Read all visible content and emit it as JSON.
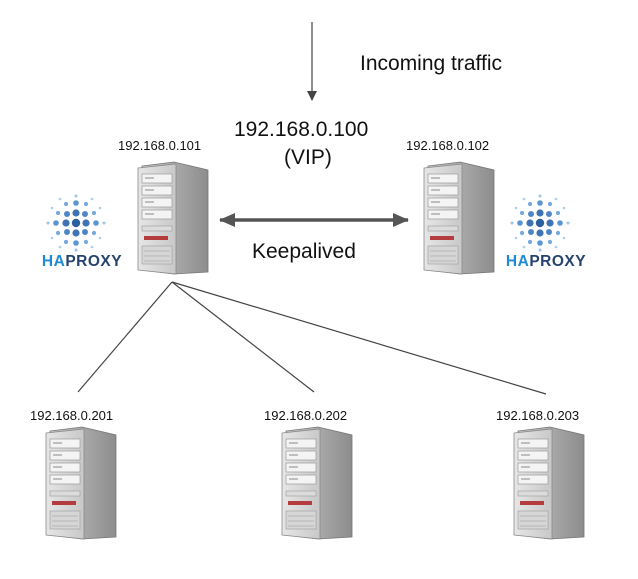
{
  "diagram": {
    "incoming_label": "Incoming traffic",
    "vip_address": "192.168.0.100",
    "vip_tag": "(VIP)",
    "keepalived_label": "Keepalived",
    "load_balancers": [
      {
        "ip": "192.168.0.101",
        "logo_prefix": "HA",
        "logo_suffix": "PROXY"
      },
      {
        "ip": "192.168.0.102",
        "logo_prefix": "HA",
        "logo_suffix": "PROXY"
      }
    ],
    "backends": [
      {
        "ip": "192.168.0.201"
      },
      {
        "ip": "192.168.0.202"
      },
      {
        "ip": "192.168.0.203"
      }
    ],
    "colors": {
      "line": "#444444",
      "arrow": "#555555",
      "logo_ha": "#1e8ad6",
      "logo_proxy": "#26436d",
      "logo_dots": "#3f73b5"
    },
    "icons": {
      "server": "server-tower-icon",
      "haproxy": "haproxy-logo-icon"
    }
  }
}
